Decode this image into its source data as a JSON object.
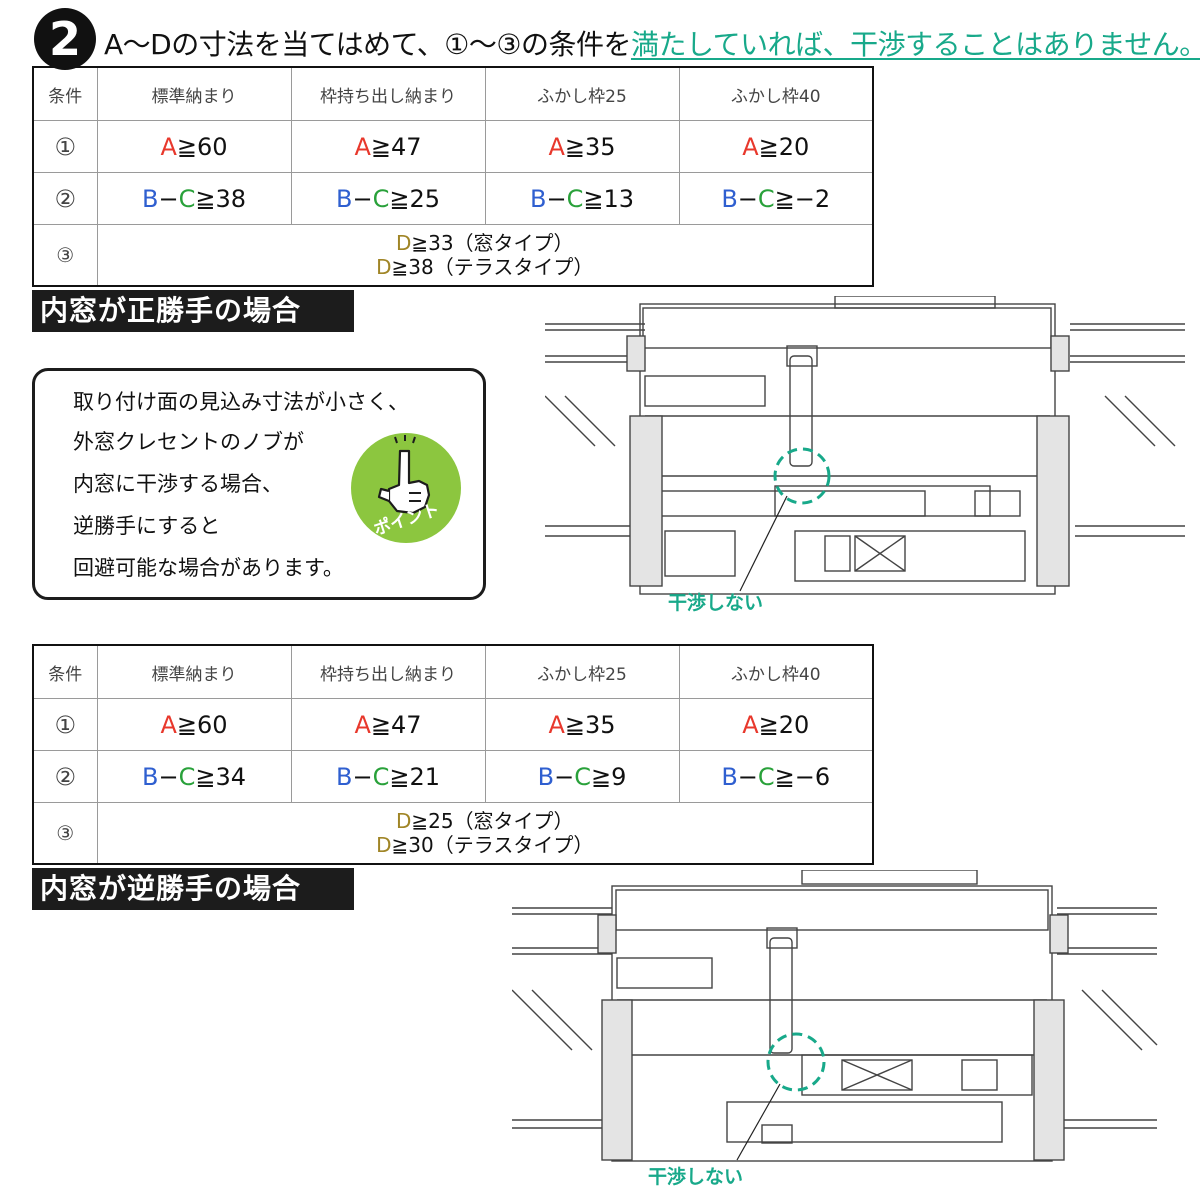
{
  "header": {
    "step": "2",
    "prefix": "A〜Dの寸法を当てはめて、①〜③の条件を",
    "highlight": "満たしていれば、干渉することはありません。"
  },
  "table_header": [
    "条件",
    "標準納まり",
    "枠持ち出し納まり",
    "ふかし枠25",
    "ふかし枠40"
  ],
  "row_labels": [
    "①",
    "②",
    "③"
  ],
  "letters": {
    "A": "A",
    "B": "B",
    "C": "C",
    "D": "D",
    "dash": "−"
  },
  "table1": {
    "row1": [
      "≧60",
      "≧47",
      "≧35",
      "≧20"
    ],
    "row2": [
      "≧38",
      "≧25",
      "≧13",
      "≧−2"
    ],
    "row3": [
      "≧33（窓タイプ）",
      "≧38（テラスタイプ）"
    ]
  },
  "table2": {
    "row1": [
      "≧60",
      "≧47",
      "≧35",
      "≧20"
    ],
    "row2": [
      "≧34",
      "≧21",
      "≧9",
      "≧−6"
    ],
    "row3": [
      "≧25（窓タイプ）",
      "≧30（テラスタイプ）"
    ]
  },
  "section1_title": "内窓が正勝手の場合",
  "section2_title": "内窓が逆勝手の場合",
  "point": {
    "lines": [
      "取り付け面の見込み寸法が小さく、",
      "外窓クレセントのノブが",
      "内窓に干渉する場合、",
      "逆勝手にすると",
      "回避可能な場合があります。"
    ],
    "badge": "ポイント"
  },
  "diagram_note": "干渉しない",
  "colors": {
    "A": "#e8382c",
    "B": "#2f5fd0",
    "C": "#29a13a",
    "D": "#a08526",
    "accent": "#18a98a",
    "badge": "#8cc63f"
  }
}
